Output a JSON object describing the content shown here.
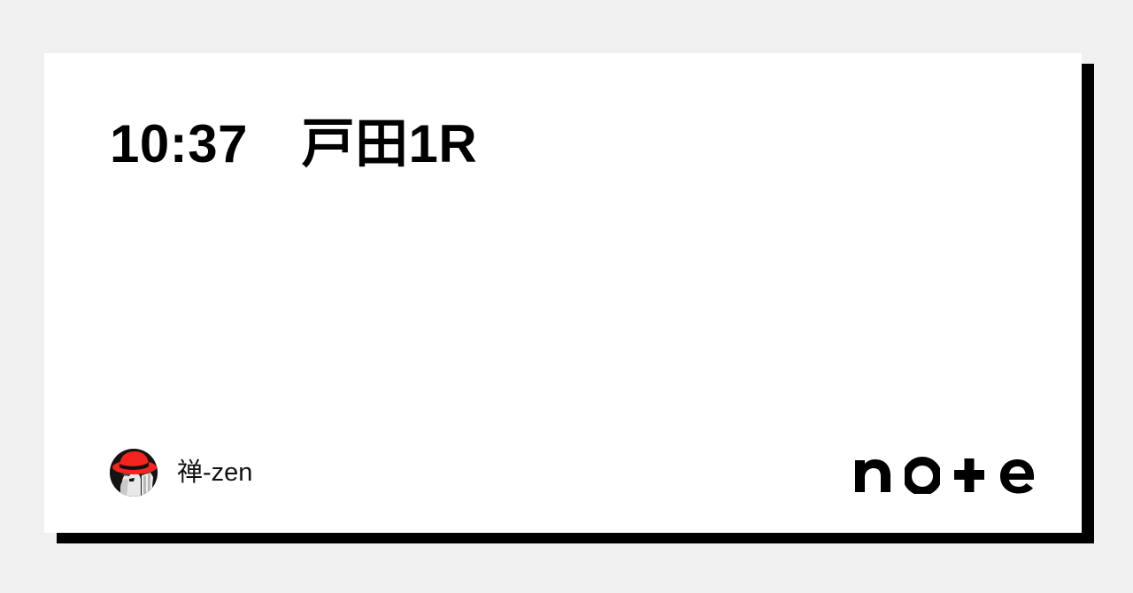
{
  "page": {
    "background_color": "#f0f0f0",
    "service": "note"
  },
  "card": {
    "title": "10:37　戸田1R",
    "background_color": "#ffffff",
    "shadow_color": "#000000",
    "author": {
      "name": "禅-zen",
      "avatar_alt": "禅-zen のプロフィール画像",
      "avatar_colors": {
        "background": "#141414",
        "hat": "#f5241e",
        "hat_band": "#111111",
        "figure": "#e8e8e8"
      }
    },
    "logo": {
      "text": "note",
      "color": "#000000",
      "letters": [
        "n",
        "o",
        "t",
        "e"
      ]
    }
  }
}
